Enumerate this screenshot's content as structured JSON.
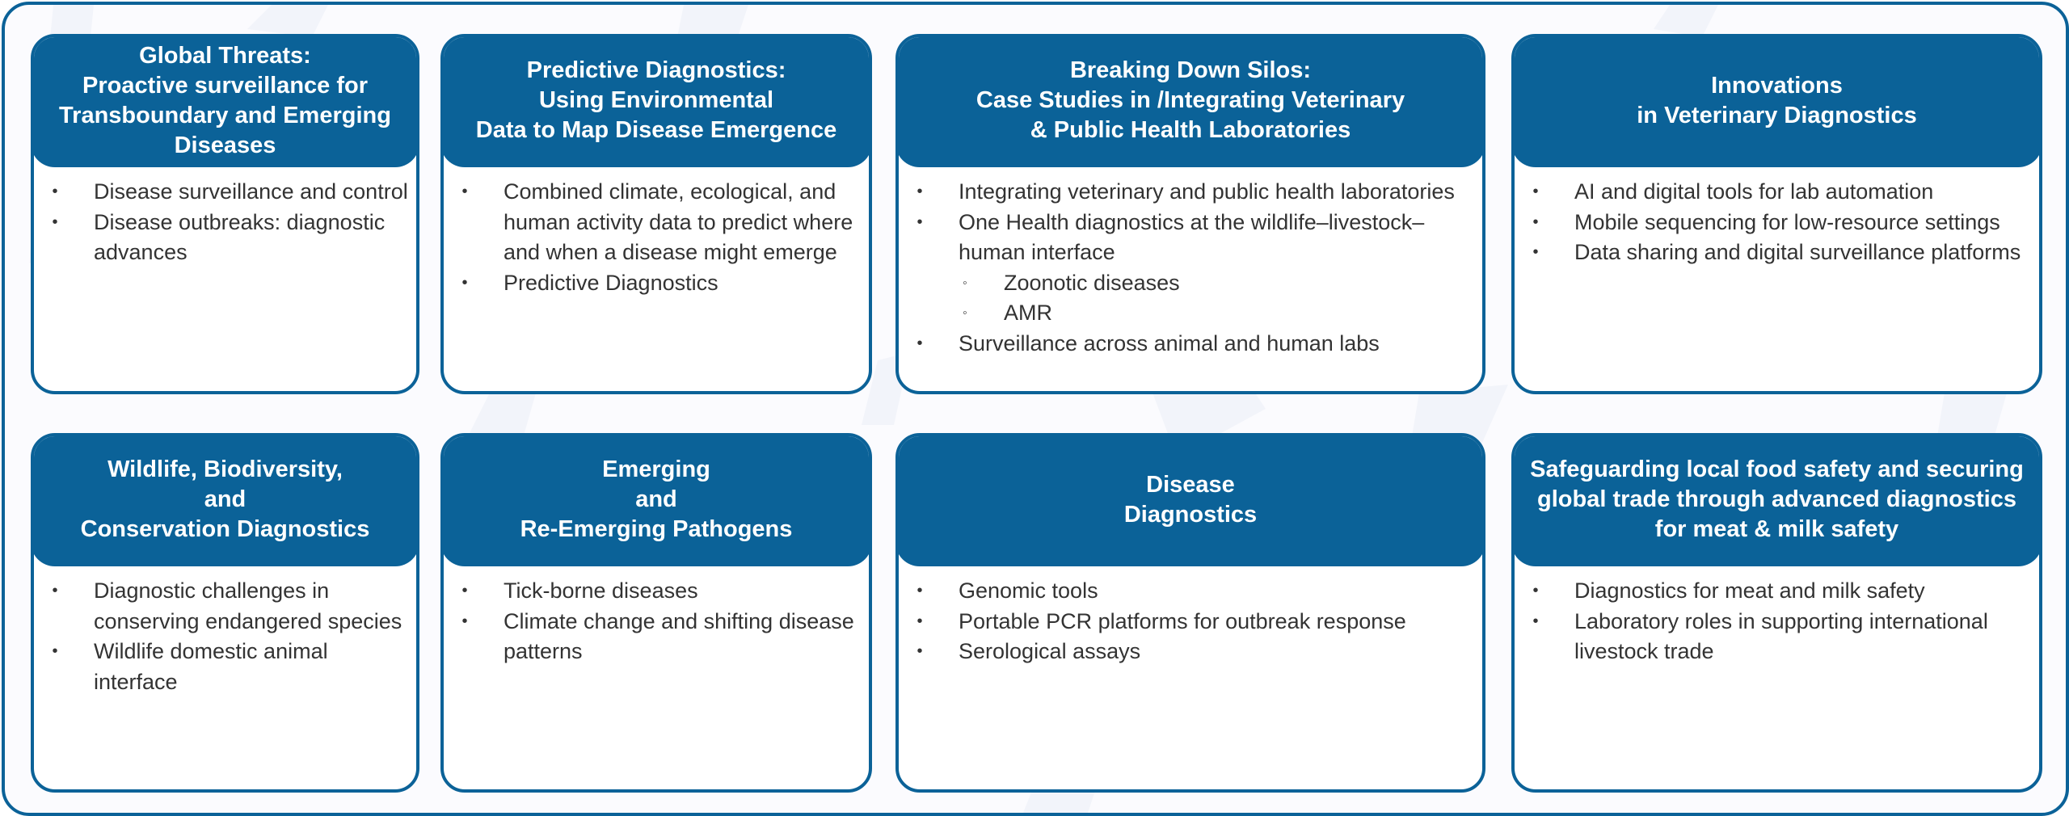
{
  "theme": {
    "accent": "#0B6298",
    "text": "#333333",
    "background": "#ffffff"
  },
  "cards": [
    {
      "title": "Global Threats:\nProactive surveillance for\nTransboundary and Emerging\nDiseases",
      "items": [
        {
          "level": 1,
          "text": "Disease surveillance and control"
        },
        {
          "level": 1,
          "text": "Disease outbreaks: diagnostic advances"
        }
      ]
    },
    {
      "title": "Predictive Diagnostics:\nUsing Environmental\nData to Map Disease Emergence",
      "items": [
        {
          "level": 1,
          "text": "Combined climate, ecological, and human activity data to predict where and when a disease might emerge"
        },
        {
          "level": 1,
          "text": "Predictive Diagnostics"
        }
      ]
    },
    {
      "title": "Breaking Down Silos:\nCase Studies in /Integrating Veterinary\n& Public Health Laboratories",
      "items": [
        {
          "level": 1,
          "text": "Integrating veterinary and public health laboratories"
        },
        {
          "level": 1,
          "text": "One Health diagnostics at the wildlife–livestock–human interface"
        },
        {
          "level": 2,
          "text": "Zoonotic diseases"
        },
        {
          "level": 2,
          "text": "AMR"
        },
        {
          "level": 1,
          "text": "Surveillance across animal and human labs"
        }
      ]
    },
    {
      "title": "Innovations\nin Veterinary Diagnostics",
      "items": [
        {
          "level": 1,
          "text": "AI and digital tools for lab automation"
        },
        {
          "level": 1,
          "text": "Mobile sequencing for low-resource settings"
        },
        {
          "level": 1,
          "text": "Data sharing and digital surveillance platforms"
        }
      ]
    },
    {
      "title": "Wildlife, Biodiversity,\nand\nConservation Diagnostics",
      "items": [
        {
          "level": 1,
          "text": "Diagnostic challenges in conserving endangered species"
        },
        {
          "level": 1,
          "text": "Wildlife domestic animal interface"
        }
      ]
    },
    {
      "title": "Emerging\nand\nRe-Emerging Pathogens",
      "items": [
        {
          "level": 1,
          "text": "Tick-borne diseases"
        },
        {
          "level": 1,
          "text": "Climate change and shifting disease patterns"
        }
      ]
    },
    {
      "title": "Disease\nDiagnostics",
      "items": [
        {
          "level": 1,
          "text": "Genomic tools"
        },
        {
          "level": 1,
          "text": "Portable PCR platforms for outbreak response"
        },
        {
          "level": 1,
          "text": "Serological assays"
        }
      ]
    },
    {
      "title": "Safeguarding local food safety and securing\nglobal trade through advanced diagnostics\nfor meat & milk safety",
      "items": [
        {
          "level": 1,
          "text": "Diagnostics for meat and milk safety"
        },
        {
          "level": 1,
          "text": "Laboratory roles in supporting international livestock trade"
        }
      ]
    }
  ],
  "bullets": {
    "level1": "•",
    "level2": "◦"
  }
}
